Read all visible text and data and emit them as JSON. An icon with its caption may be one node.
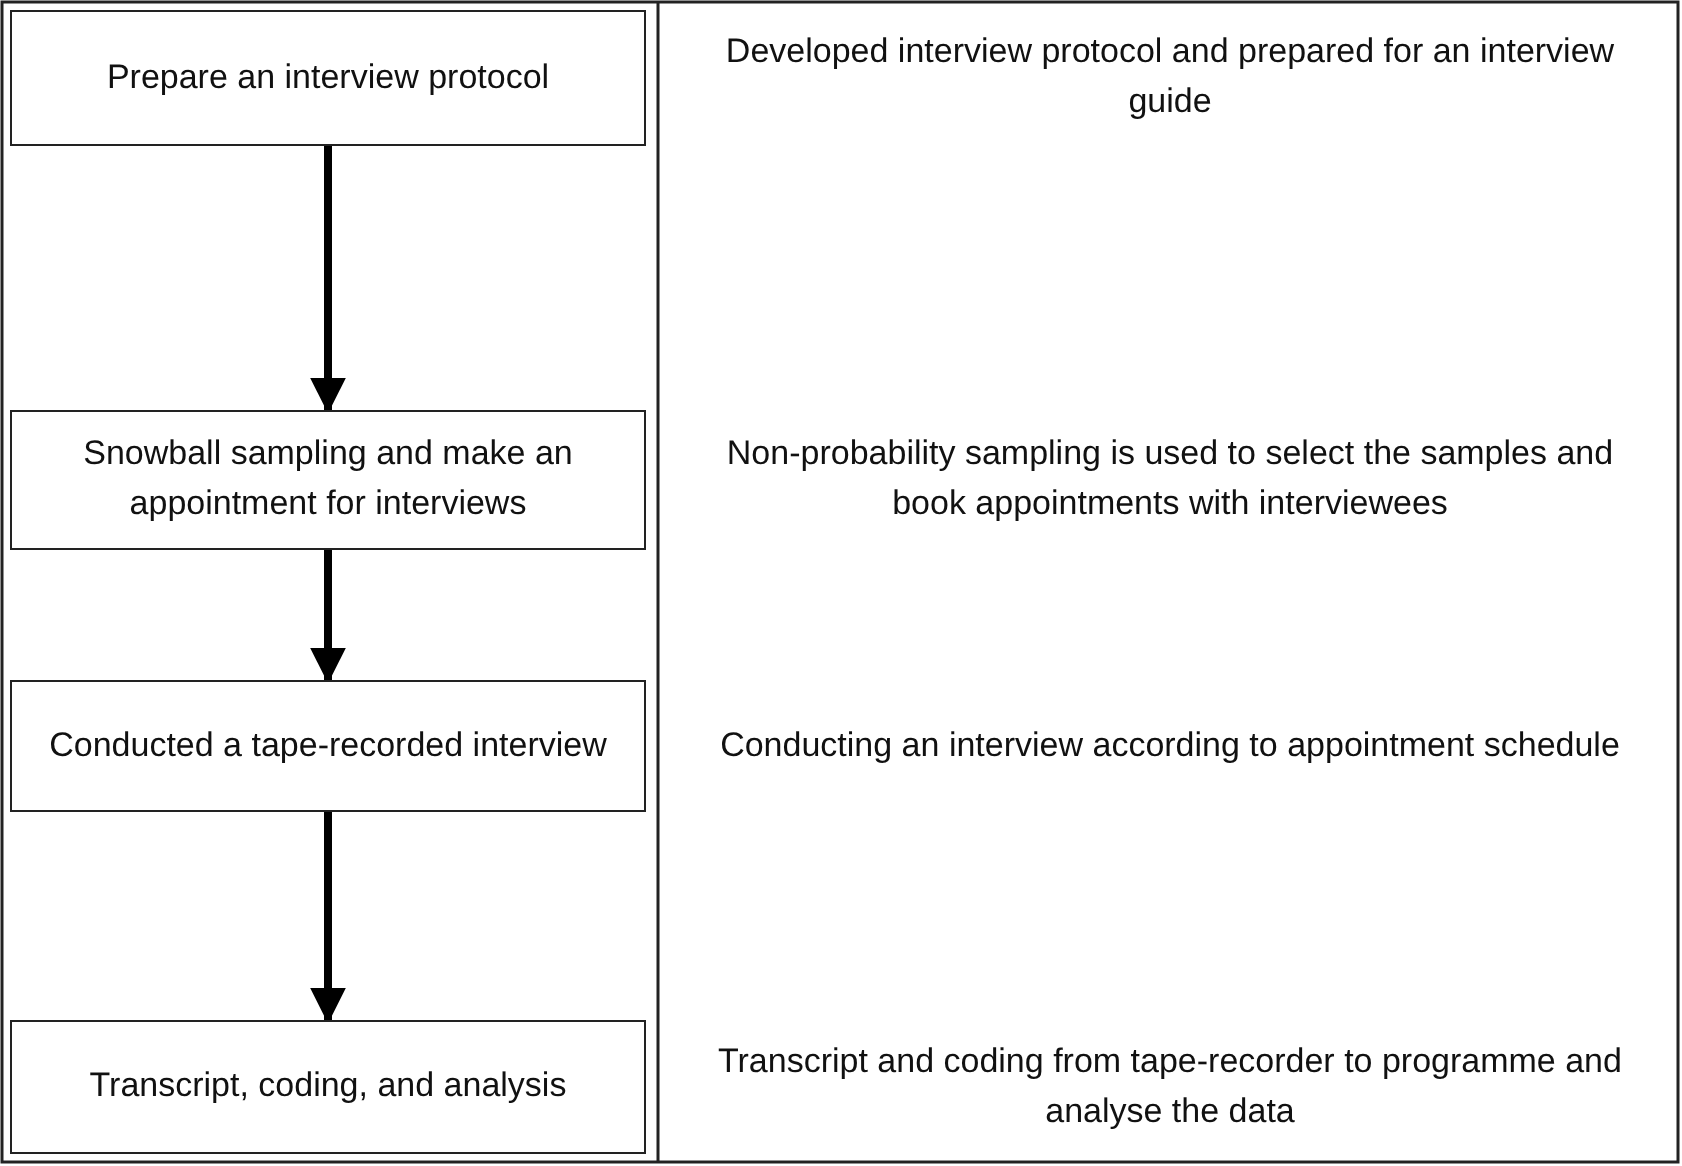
{
  "diagram": {
    "nodes": [
      {
        "text": [
          "Prepare an interview protocol"
        ],
        "beside": [
          "Developed interview protocol and prepared for an interview guide"
        ]
      },
      {
        "text": [
          "Snowball sampling and make an appointment for interviews"
        ],
        "beside": [
          "Non-probability sampling is used to select the samples and book appointments with interviewees"
        ]
      },
      {
        "text": [
          "Conducted a tape-recorded interview"
        ],
        "beside": [
          "Conducting an interview according to appointment schedule"
        ]
      },
      {
        "text": [
          "Transcript, coding, and analysis"
        ],
        "beside": [
          "Transcript and coding from tape-recorder to programme and analyse the data"
        ]
      }
    ],
    "edges": [
      {
        "from": 0,
        "to": 1,
        "arrow": "to"
      },
      {
        "from": 1,
        "to": 2,
        "arrow": "to"
      },
      {
        "from": 2,
        "to": 3,
        "arrow": "to"
      }
    ]
  }
}
